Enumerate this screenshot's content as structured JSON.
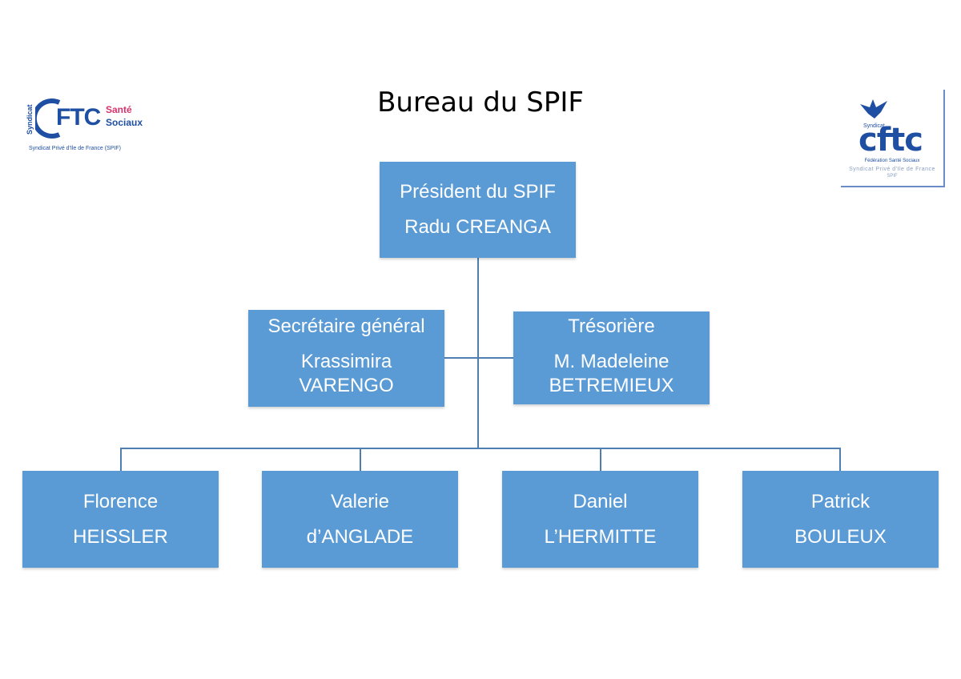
{
  "title": "Bureau du SPIF",
  "logo_left": {
    "vertical": "Syndicat",
    "brand": "FTC",
    "line1": "Santé",
    "line2": "Sociaux",
    "subtitle": "Syndicat Privé d'Ile de France (SPIF)"
  },
  "logo_right": {
    "top": "Syndicat",
    "brand": "cftc",
    "federation": "Fédération Santé Sociaux",
    "subtitle": "Syndicat Privé d'Ile de France",
    "subtitle2": "SPIF"
  },
  "president": {
    "line1": "Président du SPIF",
    "line2": "Radu CREANGA"
  },
  "secretary": {
    "line1": "Secrétaire général",
    "line2": "Krassimira",
    "line3": "VARENGO"
  },
  "treasurer": {
    "line1": "Trésorière",
    "line2": "M. Madeleine",
    "line3": "BETREMIEUX"
  },
  "members": [
    {
      "first": "Florence",
      "last": "HEISSLER"
    },
    {
      "first": "Valerie",
      "last": "d’ANGLADE"
    },
    {
      "first": "Daniel",
      "last": "L’HERMITTE"
    },
    {
      "first": "Patrick",
      "last": "BOULEUX"
    }
  ],
  "colors": {
    "box": "#5b9bd5",
    "connector": "#4f7fb0",
    "brand_blue": "#1e4fa3",
    "brand_pink": "#d6336c"
  }
}
